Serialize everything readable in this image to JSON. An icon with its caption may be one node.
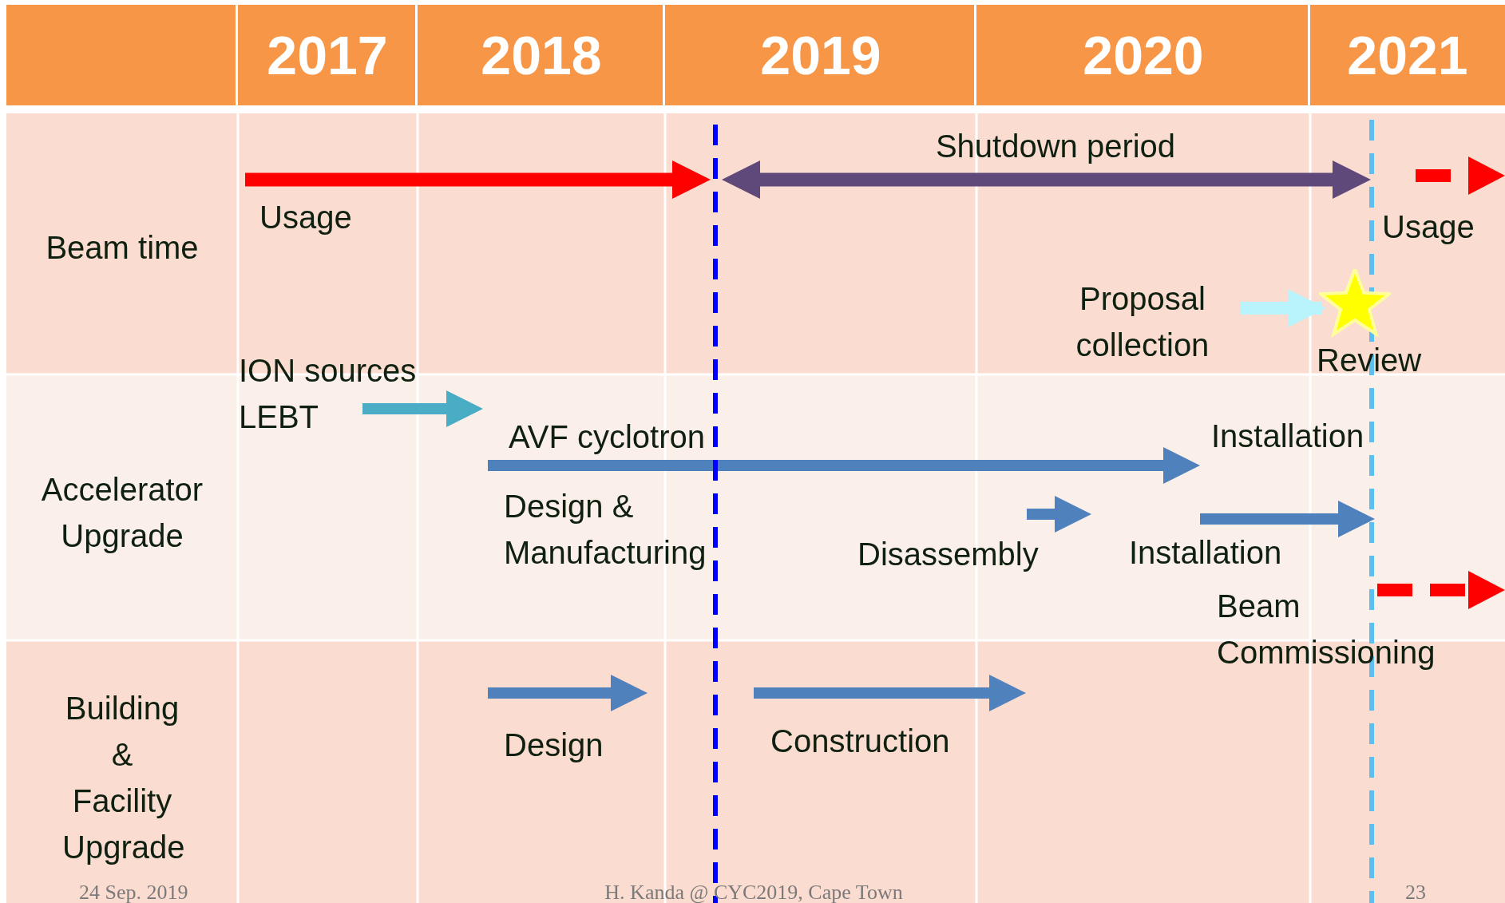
{
  "diagram": {
    "nodes": [
      {
        "text": [
          "Proposal collection"
        ]
      },
      {
        "text": [],
        "shape": "star",
        "beside": [
          "Review"
        ]
      }
    ],
    "edges": [
      {
        "from": 0,
        "to": 1,
        "arrow": "to",
        "color": "#b9f3fb"
      }
    ],
    "labels": [
      "2017",
      "2018",
      "2019",
      "2020",
      "2021",
      "Shutdown period",
      "Usage",
      "Beam time",
      "Usage",
      "ION sources LEBT",
      "AVF cyclotron",
      "Installation",
      "Accelerator Upgrade",
      "Design & Manufacturing",
      "Disassembly",
      "Installation",
      "Beam Commissioning",
      "Building & Facility Upgrade",
      "Design",
      "Construction",
      "24 Sep. 2019",
      "H. Kanda @ CYC2019, Cape Town",
      "23"
    ]
  }
}
